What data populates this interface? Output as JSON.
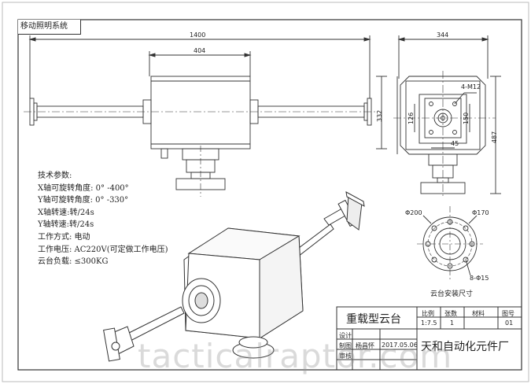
{
  "header": {
    "title": "移动照明系统"
  },
  "specs": {
    "heading": "技术参数:",
    "items": [
      "X轴可旋转角度: 0° -400°",
      "Y轴可旋转角度: 0° -330°",
      "X轴转速:转/24s",
      "Y轴转速:转/24s",
      "工作方式: 电动",
      "工作电压: AC220V(可定做工作电压)",
      "云台负载: ≤300KG"
    ]
  },
  "dimensions": {
    "overall_width": "1400",
    "body_width": "404",
    "height_front": "332",
    "side_width": "344",
    "side_height": "487",
    "bolt_spec": "4-M12",
    "inner_126": "126",
    "inner_150": "150",
    "inner_45": "45",
    "dia_200": "Φ200",
    "dia_170": "Φ170",
    "holes": "8-Φ15"
  },
  "mount_label": "云台安装尺寸",
  "title_block": {
    "product_name": "重载型云台",
    "col_ratio": "比例",
    "col_sheets": "张数",
    "col_material": "材料",
    "col_drawing_no": "图号",
    "ratio_value": "1:7.5",
    "sheets_value": "1",
    "drawing_no_value": "01",
    "row_design": "设计",
    "row_draw": "制图",
    "row_review": "审核",
    "drafter": "杨昌怀",
    "date": "2017.05.06",
    "company": "天和自动化元件厂"
  },
  "watermark": "tacticalraptor.com"
}
